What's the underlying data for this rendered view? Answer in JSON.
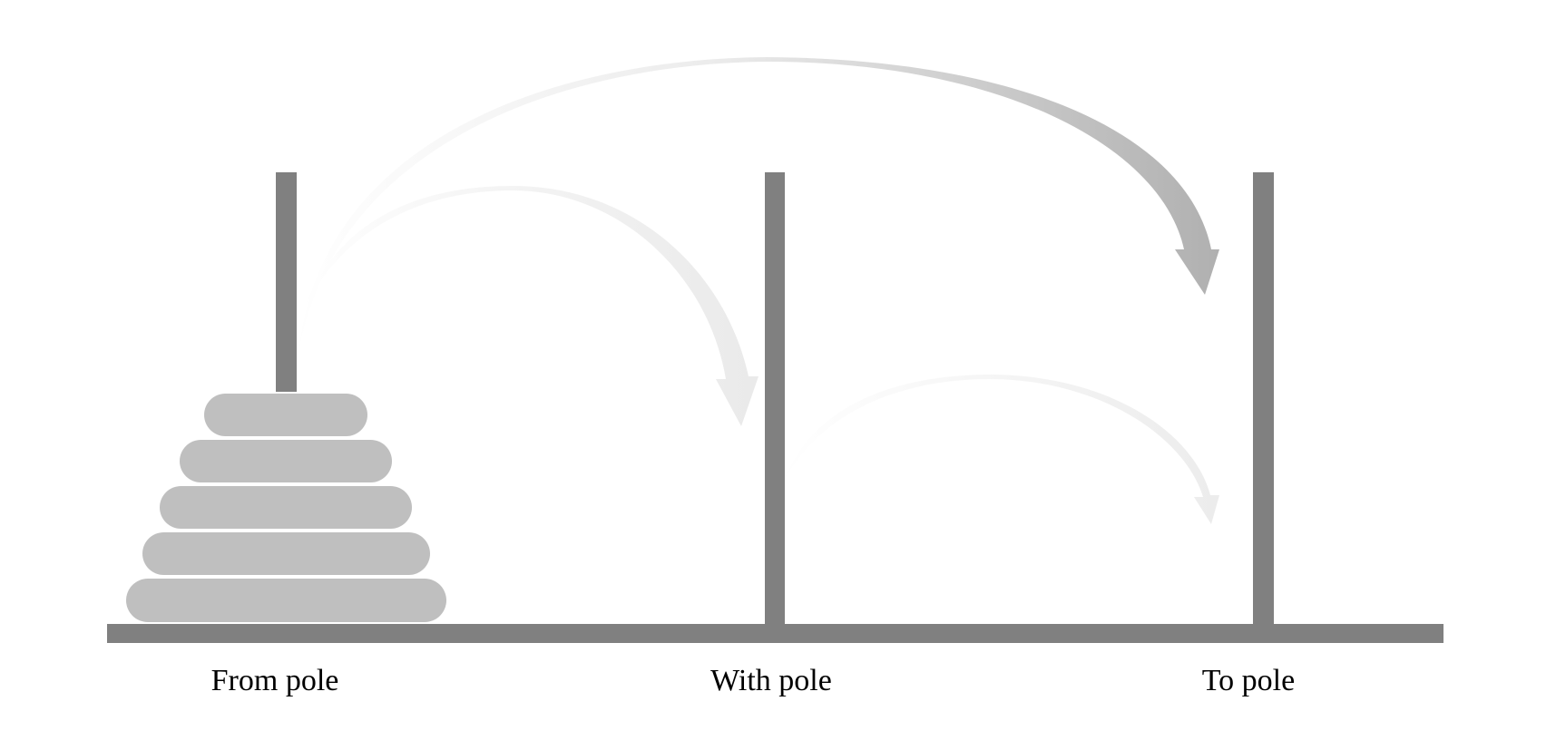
{
  "diagram": {
    "labels": {
      "from": "From pole",
      "with": "With pole",
      "to": "To pole"
    },
    "disk_count": 5,
    "colors": {
      "pole": "#808080",
      "disk": "#bfbfbf",
      "arrow_light": "#eeeeee",
      "arrow_dark": "#b3b3b3",
      "background": "#ffffff",
      "text": "#000000"
    }
  }
}
